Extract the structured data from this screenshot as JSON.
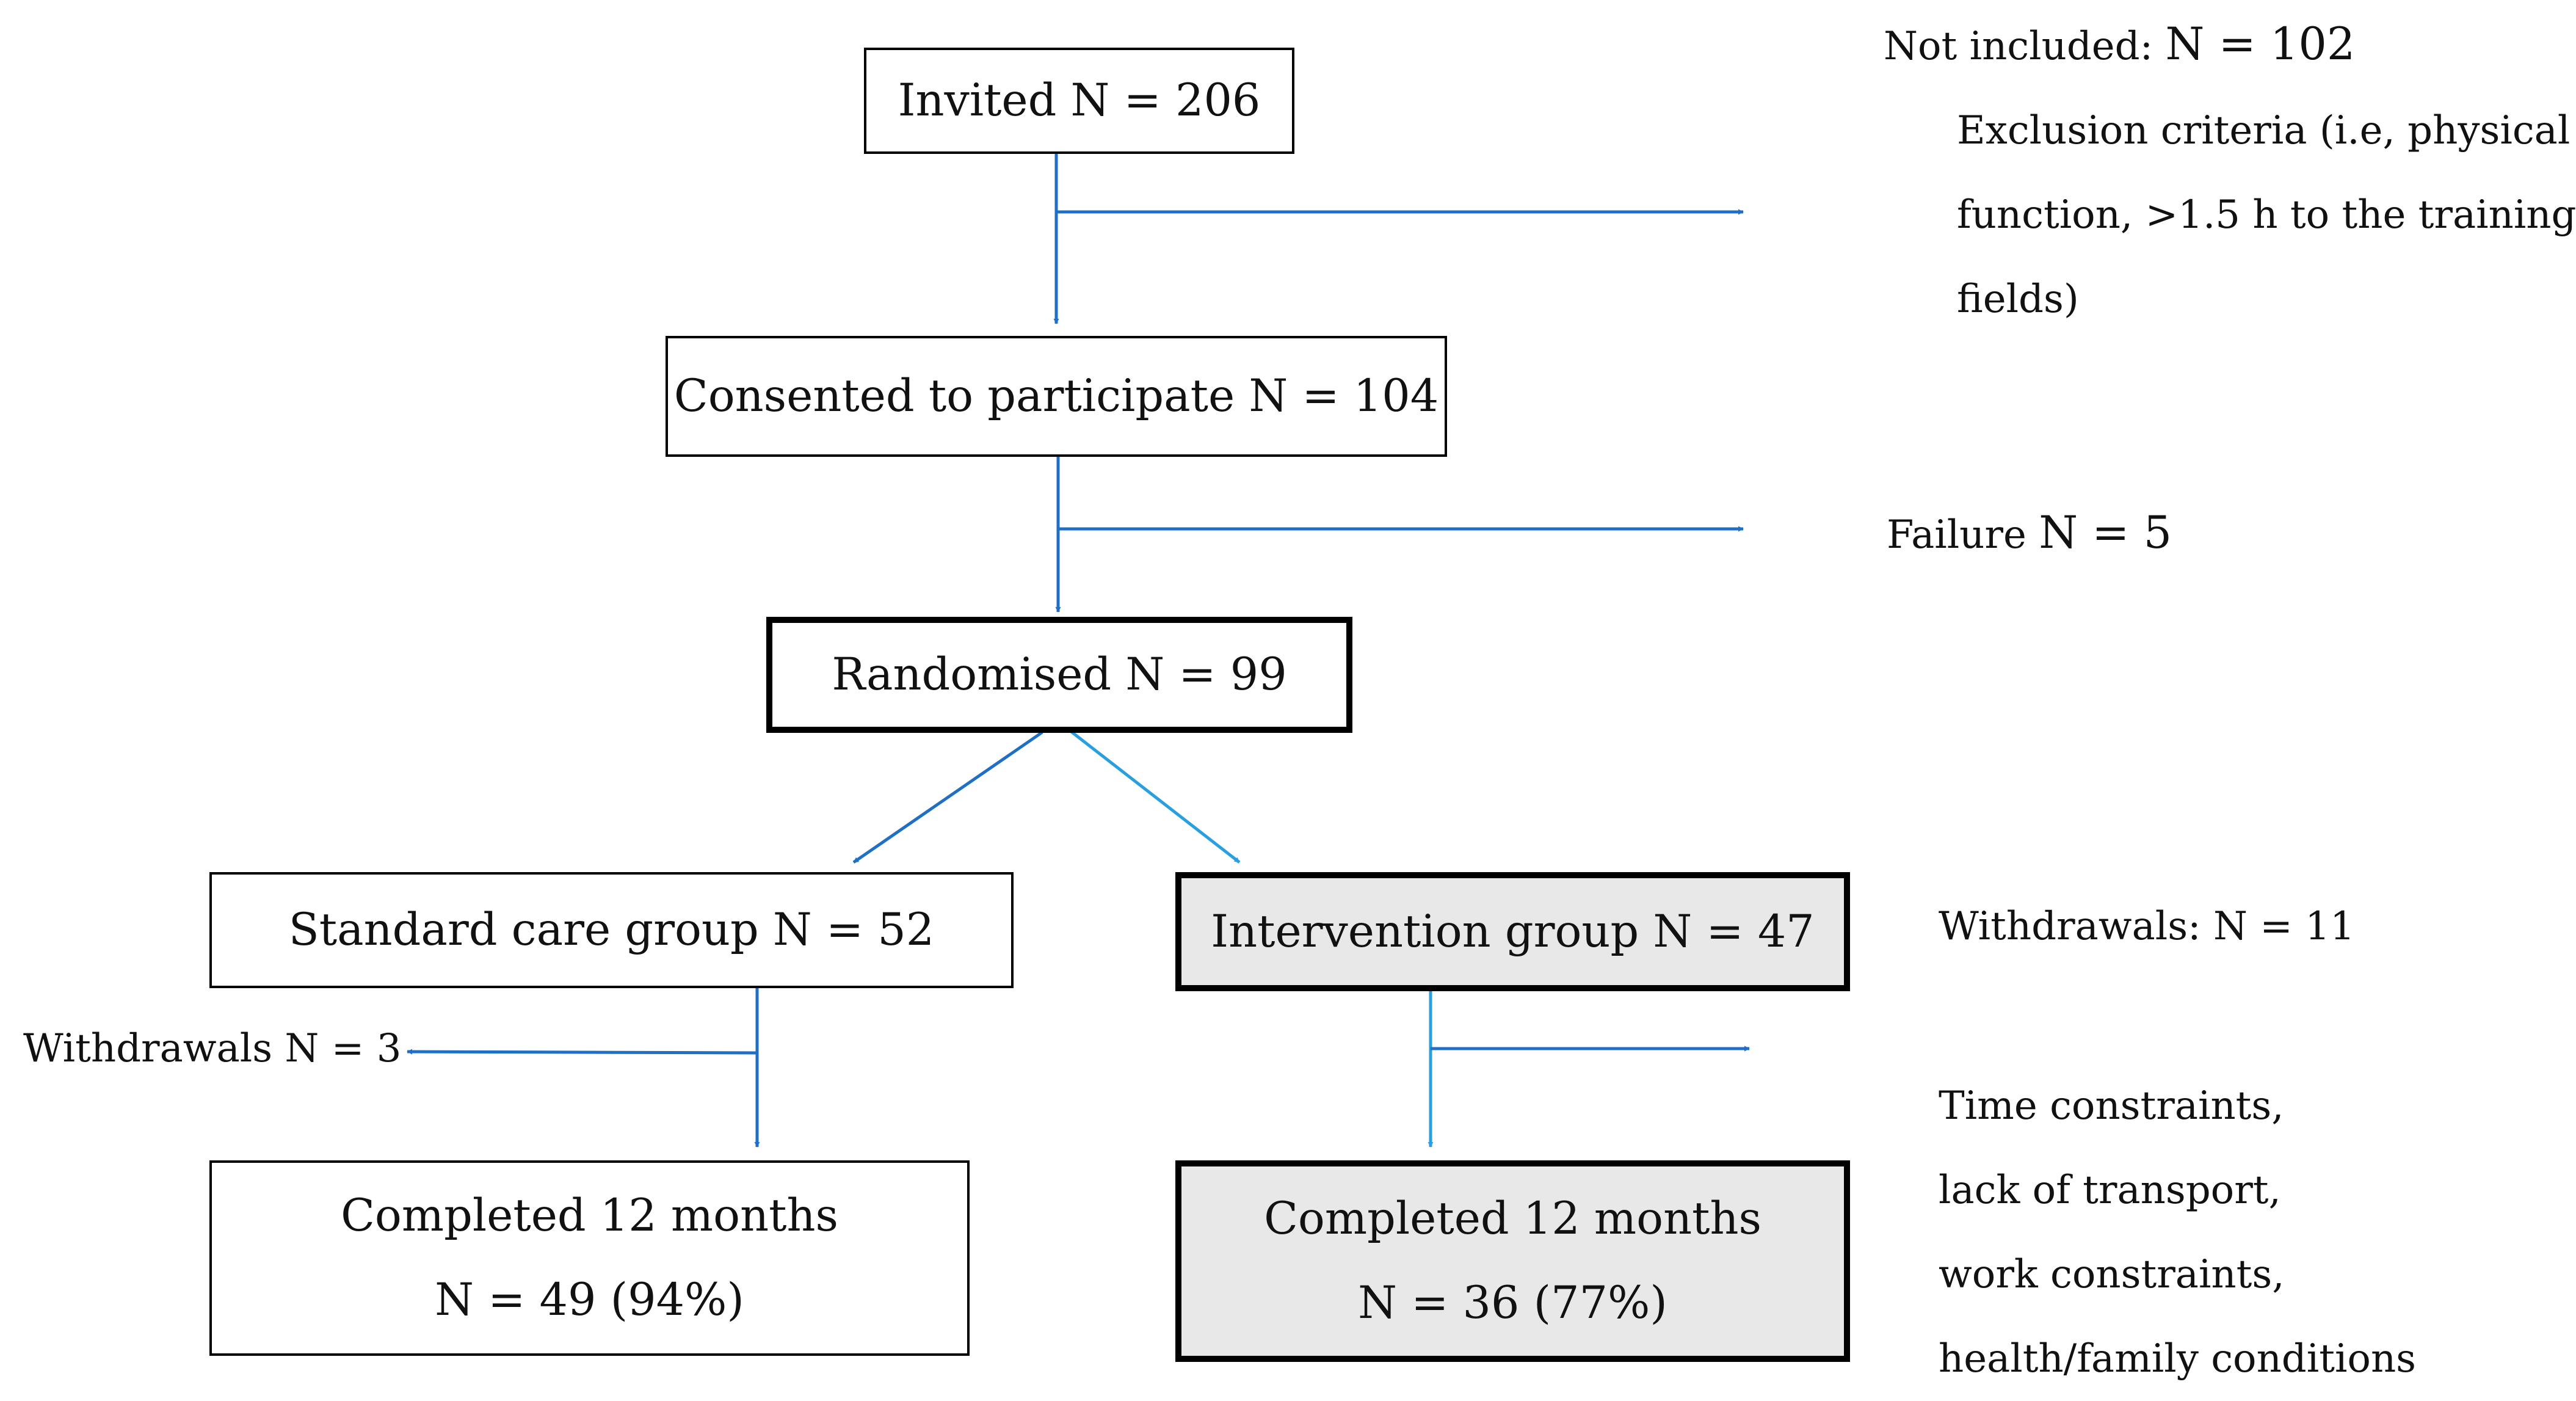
{
  "colors": {
    "arrow_dark": "#1f6fc5",
    "arrow_light": "#2a9fe0",
    "shaded_box": "#e8e8e8"
  },
  "boxes": {
    "invited": "Invited N = 206",
    "consented": "Consented to participate N = 104",
    "randomised": "Randomised N = 99",
    "standard": "Standard care group N = 52",
    "intervention": "Intervention group N = 47",
    "completed_standard": {
      "line1": "Completed 12 months",
      "line2": "N = 49 (94%)"
    },
    "completed_intervention": {
      "line1": "Completed 12 months",
      "line2": "N = 36 (77%)"
    }
  },
  "notes": {
    "not_included_label": "Not included:",
    "not_included_count": "N = 102",
    "exclusion_lines": [
      "Exclusion criteria (i.e, physical",
      "function, >1.5 h to the training",
      "fields)"
    ],
    "failure_label": "Failure",
    "failure_count": "N = 5",
    "withdrawals_intervention": "Withdrawals: N = 11",
    "withdrawals_standard": "Withdrawals N = 3",
    "withdrawal_reasons": [
      "Time constraints,",
      "lack of transport,",
      "work constraints,",
      "health/family conditions"
    ]
  }
}
